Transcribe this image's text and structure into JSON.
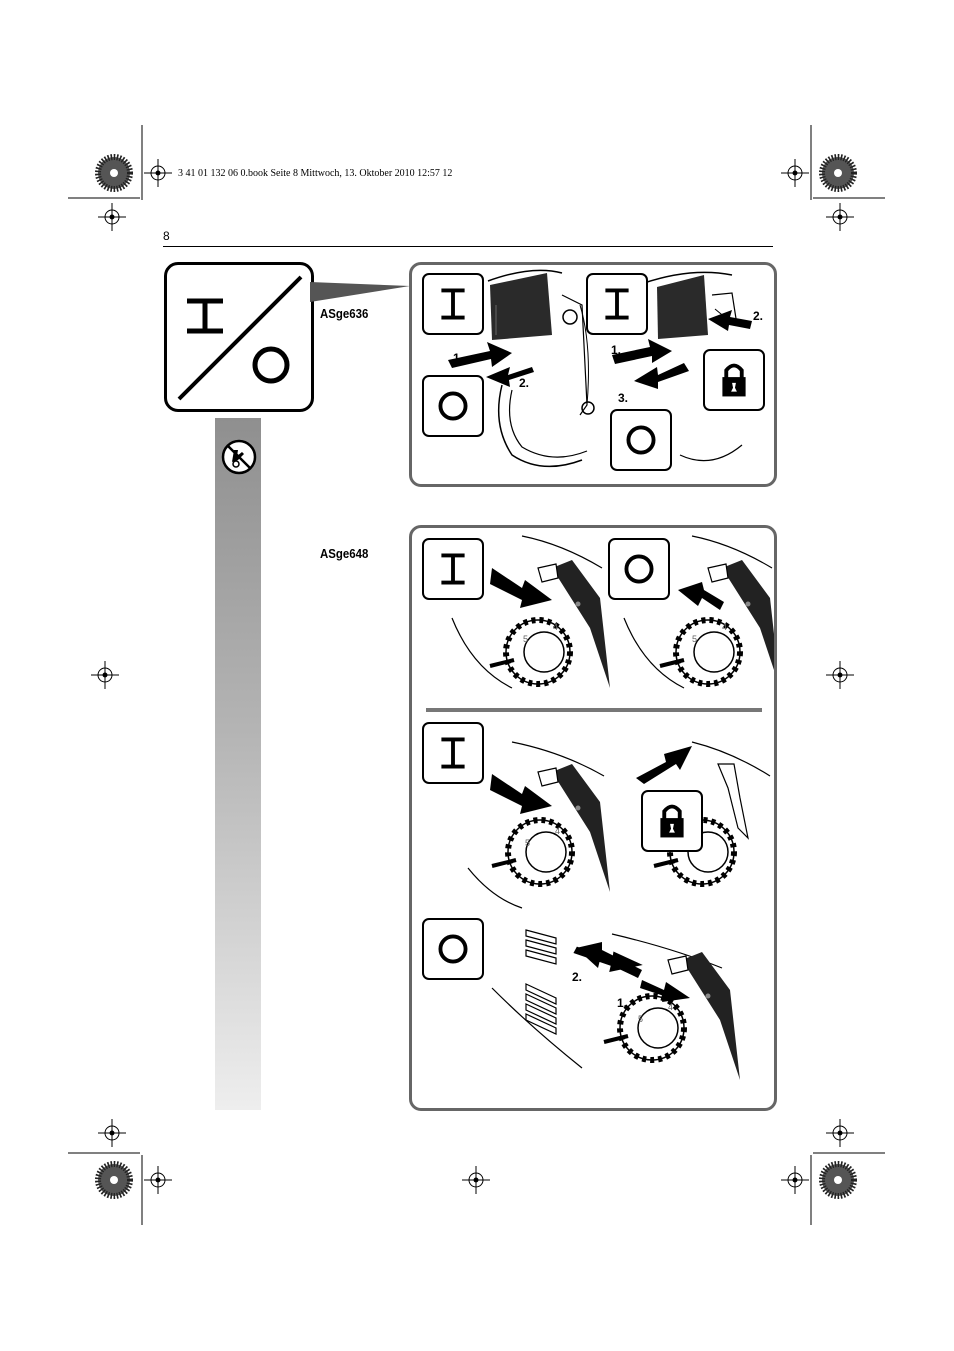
{
  "header": {
    "file_info": "3 41 01 132 06 0.book  Seite 8  Mittwoch, 13. Oktober 2010  12:57 12",
    "page_number": "8"
  },
  "symbols": {
    "on_glyph": "I",
    "off_glyph": "O"
  },
  "models": {
    "top": "ASge636",
    "bottom": "ASge648"
  },
  "steps": {
    "top_left": {
      "first": "1.",
      "second": "2."
    },
    "top_right": {
      "first": "1.",
      "second": "2.",
      "third": "3."
    },
    "bottom_off": {
      "first": "1.",
      "second": "2."
    }
  },
  "dial_digits": {
    "a": "4",
    "b": "5",
    "c": "3",
    "d": "0"
  },
  "icons": [
    "on-off-switch-icon",
    "esd-warning-icon",
    "lock-icon",
    "registration-mark-icon",
    "arrow-icon"
  ],
  "colors": {
    "panel_border": "#666666",
    "bar_top": "#8f8f8f",
    "bar_bottom": "#eeeeee"
  }
}
